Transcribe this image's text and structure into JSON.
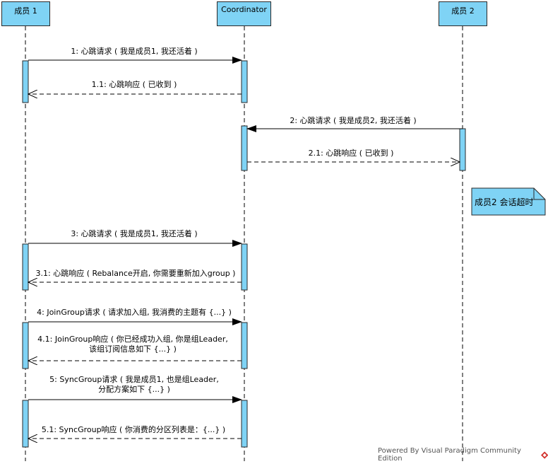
{
  "participants": [
    {
      "id": "m1",
      "label": "成员 1"
    },
    {
      "id": "coord",
      "label": "Coordinator"
    },
    {
      "id": "m2",
      "label": "成员 2"
    }
  ],
  "messages": [
    {
      "lines": [
        "1: 心跳请求 ( 我是成员1, 我还活着 )"
      ]
    },
    {
      "lines": [
        "1.1: 心跳响应 ( 已收到 )"
      ]
    },
    {
      "lines": [
        "2: 心跳请求 ( 我是成员2, 我还活着 )"
      ]
    },
    {
      "lines": [
        "2.1: 心跳响应 ( 已收到 )"
      ]
    },
    {
      "lines": [
        "3: 心跳请求 ( 我是成员1, 我还活着 )"
      ]
    },
    {
      "lines": [
        "3.1: 心跳响应 ( Rebalance开启, 你需要重新加入group )"
      ]
    },
    {
      "lines": [
        "4: JoinGroup请求 ( 请求加入组, 我消费的主题有 {...} )"
      ]
    },
    {
      "lines": [
        "4.1: JoinGroup响应 ( 你已经成功入组, 你是组Leader,",
        "该组订阅信息如下 {...} )"
      ]
    },
    {
      "lines": [
        "5: SyncGroup请求 ( 我是成员1, 也是组Leader,",
        "分配方案如下 {...} )"
      ]
    },
    {
      "lines": [
        "5.1: SyncGroup响应 ( 你消费的分区列表是：{...} )"
      ]
    }
  ],
  "note": {
    "text": "成员2 会话超时"
  },
  "footer": {
    "text": "Powered By  Visual Paradigm Community Edition"
  },
  "colors": {
    "participant_fill": "#7fd3f5",
    "line": "#000000"
  }
}
